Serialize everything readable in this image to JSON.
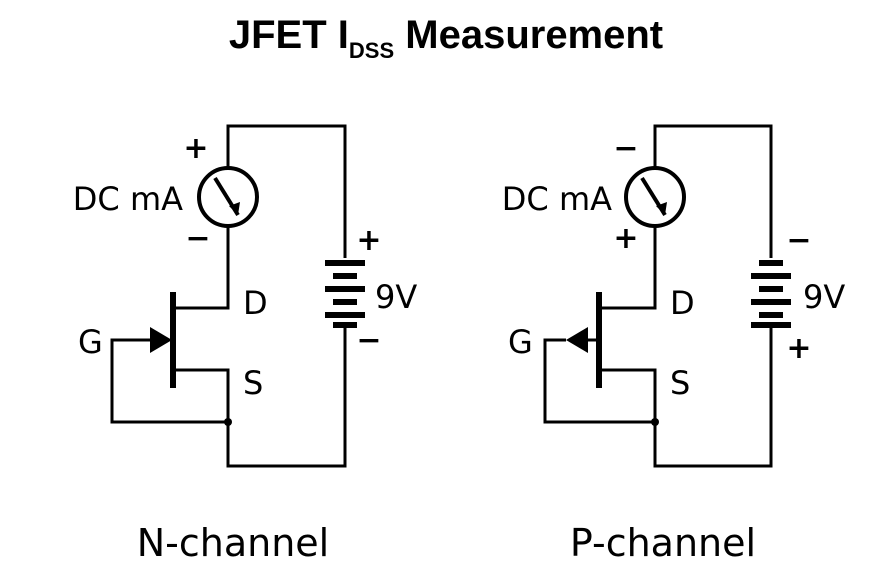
{
  "title": {
    "main": "JFET I",
    "sub": "DSS",
    "rest": " Measurement"
  },
  "circuits": [
    {
      "meter_label": "DC mA",
      "meter_top_sign": "+",
      "meter_bottom_sign": "−",
      "drain_label": "D",
      "source_label": "S",
      "gate_label": "G",
      "battery_label": "9V",
      "battery_top_sign": "+",
      "battery_bottom_sign": "−",
      "caption": "N-channel"
    },
    {
      "meter_label": "DC mA",
      "meter_top_sign": "−",
      "meter_bottom_sign": "+",
      "drain_label": "D",
      "source_label": "S",
      "gate_label": "G",
      "battery_label": "9V",
      "battery_top_sign": "−",
      "battery_bottom_sign": "+",
      "caption": "P-channel"
    }
  ]
}
